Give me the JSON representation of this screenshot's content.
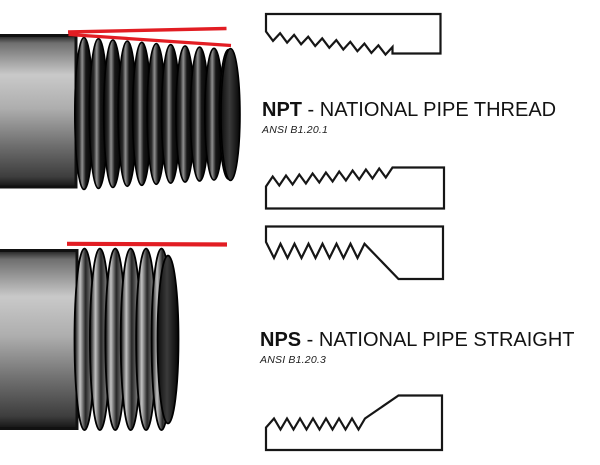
{
  "npt": {
    "abbr": "NPT",
    "rest": " - NATIONAL PIPE THREAD",
    "standard": "ANSI B1.20.1"
  },
  "nps": {
    "abbr": "NPS",
    "rest": " - NATIONAL PIPE STRAIGHT",
    "standard": "ANSI B1.20.3"
  },
  "colors": {
    "annotation_red": "#e21d23",
    "diagram_outline": "#161616",
    "text": "#111111"
  }
}
